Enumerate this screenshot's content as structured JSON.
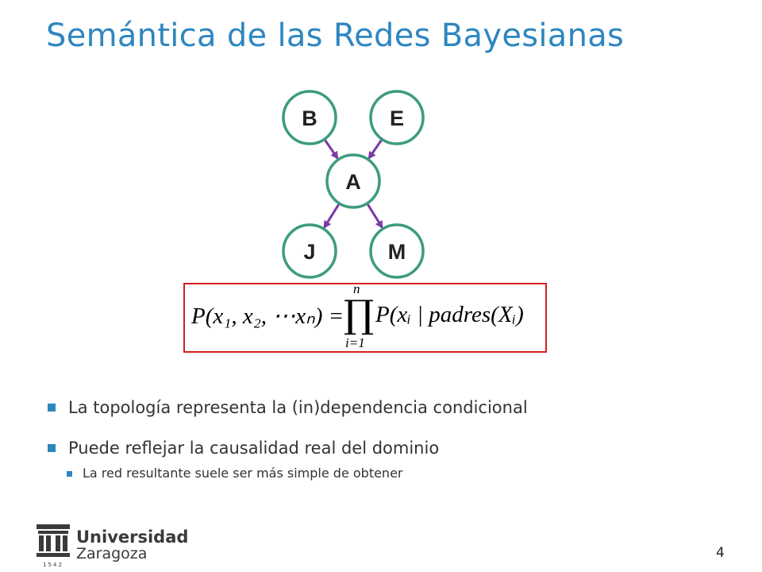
{
  "slide": {
    "title": "Semántica de las Redes Bayesianas",
    "page_number": "4"
  },
  "network": {
    "nodes": [
      {
        "id": "B",
        "label": "B"
      },
      {
        "id": "E",
        "label": "E"
      },
      {
        "id": "A",
        "label": "A"
      },
      {
        "id": "J",
        "label": "J"
      },
      {
        "id": "M",
        "label": "M"
      }
    ],
    "edges": [
      {
        "from": "B",
        "to": "A"
      },
      {
        "from": "E",
        "to": "A"
      },
      {
        "from": "A",
        "to": "J"
      },
      {
        "from": "A",
        "to": "M"
      }
    ],
    "colors": {
      "node_border": "#3d9b7f",
      "edge": "#7b3aa3"
    }
  },
  "formula": {
    "left": "P(x₁, x₂, ⋯xₙ) =",
    "product_symbol": "∏",
    "upper_limit": "n",
    "lower_limit": "i=1",
    "right": "P(xᵢ | padres(Xᵢ)"
  },
  "bullets": [
    {
      "text": "La topología representa la (in)dependencia condicional"
    },
    {
      "text": "Puede reflejar la causalidad real del dominio"
    }
  ],
  "sub_bullets": [
    {
      "text": "La red resultante suele ser más simple de obtener"
    }
  ],
  "logo": {
    "name": "Universidad",
    "city": "Zaragoza",
    "year": "1542"
  },
  "colors": {
    "accent": "#2e86c1",
    "formula_border": "#d52020"
  }
}
